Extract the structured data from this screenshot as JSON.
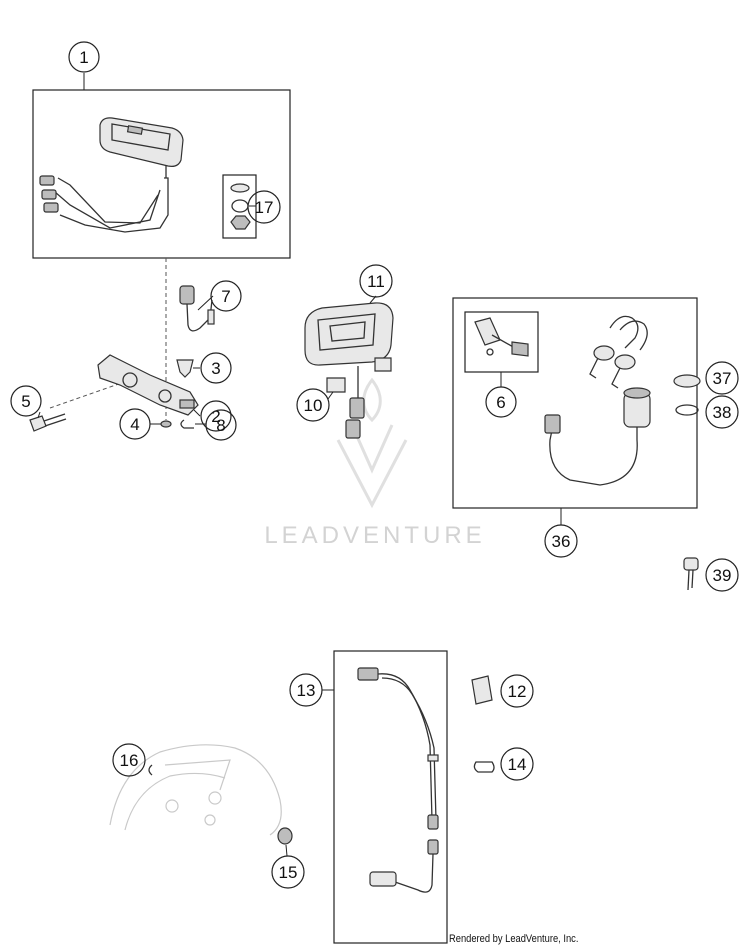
{
  "watermark": {
    "text": "LEADVENTURE"
  },
  "footer": {
    "credit": "Rendered by LeadVenture, Inc."
  },
  "callouts": [
    {
      "id": "c1",
      "label": "1"
    },
    {
      "id": "c2",
      "label": "2"
    },
    {
      "id": "c3",
      "label": "3"
    },
    {
      "id": "c4",
      "label": "4"
    },
    {
      "id": "c5",
      "label": "5"
    },
    {
      "id": "c6",
      "label": "6"
    },
    {
      "id": "c7",
      "label": "7"
    },
    {
      "id": "c8",
      "label": "8"
    },
    {
      "id": "c10",
      "label": "10"
    },
    {
      "id": "c11",
      "label": "11"
    },
    {
      "id": "c12",
      "label": "12"
    },
    {
      "id": "c13",
      "label": "13"
    },
    {
      "id": "c14",
      "label": "14"
    },
    {
      "id": "c15",
      "label": "15"
    },
    {
      "id": "c16",
      "label": "16"
    },
    {
      "id": "c17",
      "label": "17"
    },
    {
      "id": "c36",
      "label": "36"
    },
    {
      "id": "c37",
      "label": "37"
    },
    {
      "id": "c38",
      "label": "38"
    },
    {
      "id": "c39",
      "label": "39"
    }
  ]
}
